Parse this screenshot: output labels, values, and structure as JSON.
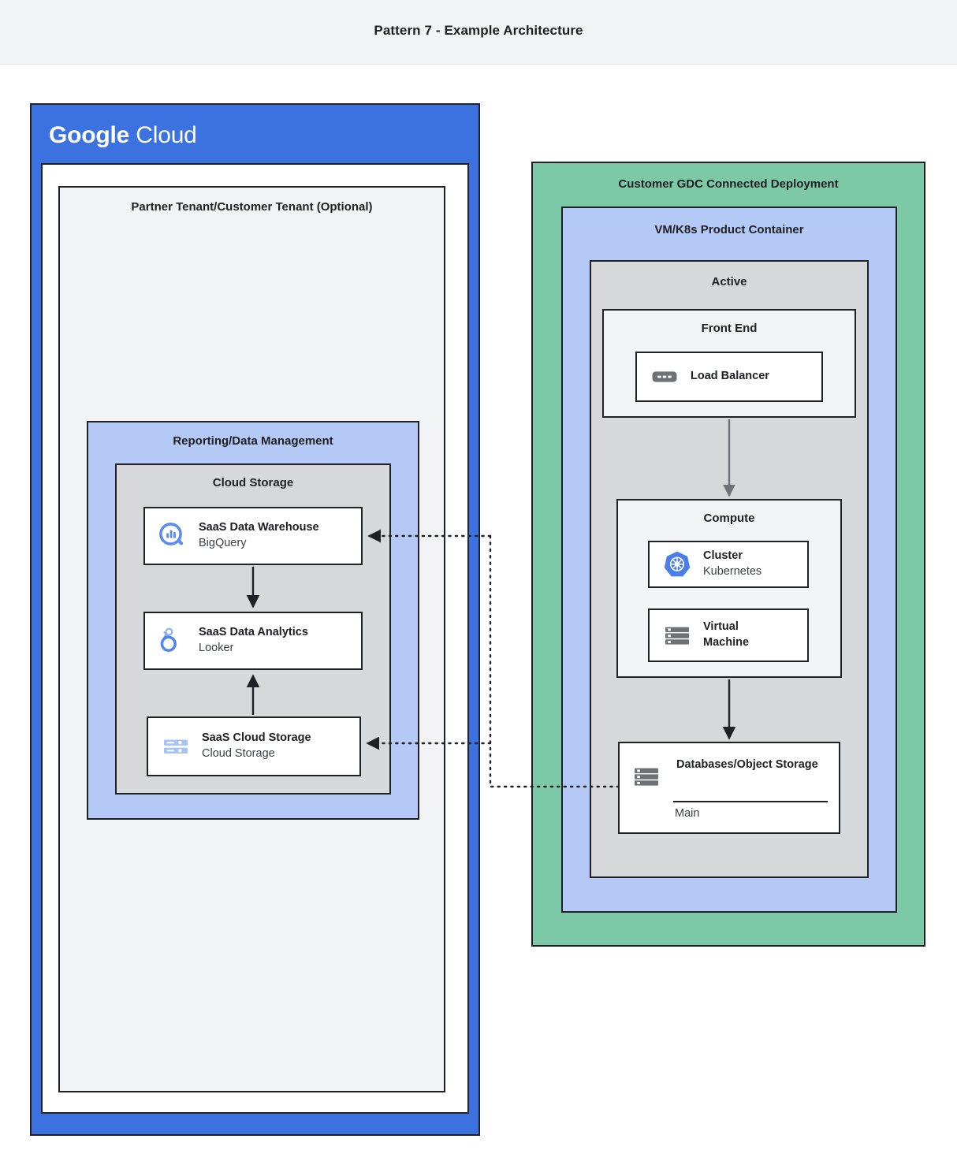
{
  "header": {
    "title": "Pattern 7 - Example Architecture"
  },
  "left_cloud": {
    "logo_bold": "Google",
    "logo_light": "Cloud",
    "tenant_title": "Partner Tenant/Customer Tenant (Optional)",
    "reporting_title": "Reporting/Data Management",
    "cloud_storage_title": "Cloud Storage",
    "services": [
      {
        "icon": "bigquery-icon",
        "title": "SaaS Data Warehouse",
        "subtitle": "BigQuery"
      },
      {
        "icon": "looker-icon",
        "title": "SaaS Data Analytics",
        "subtitle": "Looker"
      },
      {
        "icon": "cloud-storage-icon",
        "title": "SaaS Cloud Storage",
        "subtitle": "Cloud Storage"
      }
    ]
  },
  "right_cloud": {
    "gdc_title": "Customer GDC Connected Deployment",
    "vmk8s_title": "VM/K8s Product Container",
    "active_title": "Active",
    "frontend_title": "Front End",
    "compute_title": "Compute",
    "load_balancer": {
      "icon": "load-balancer-icon",
      "title": "Load Balancer"
    },
    "cluster": {
      "icon": "kubernetes-icon",
      "title": "Cluster",
      "subtitle": "Kubernetes"
    },
    "virtual_machine": {
      "icon": "virtual-machine-icon",
      "title_line1": "Virtual",
      "title_line2": "Machine"
    },
    "database": {
      "icon": "database-icon",
      "title": "Databases/Object Storage",
      "detail": "Main"
    }
  },
  "colors": {
    "google_blue": "#3c72e0",
    "panel_blue": "#b4c9f5",
    "panel_green": "#7dc8a6",
    "panel_gray": "#d6d8da",
    "panel_light": "#f1f3f4",
    "outline": "#202124",
    "icon_blue": "#5b8def",
    "icon_gray": "#6e7275"
  }
}
